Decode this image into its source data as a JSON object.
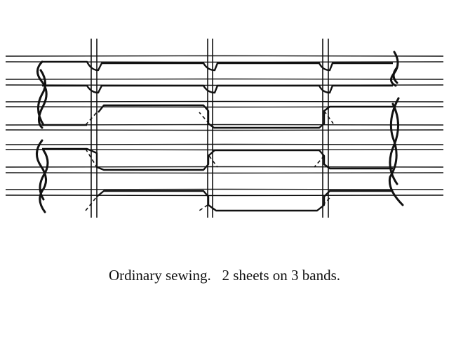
{
  "caption": "Ordinary sewing.   2 sheets on 3 bands.",
  "figure": {
    "subject": "bookbinding sewing on bands",
    "band_count": 3,
    "sheet_count": 2,
    "ink_color": "#111111",
    "background_color": "#ffffff"
  }
}
